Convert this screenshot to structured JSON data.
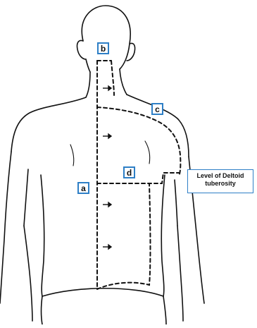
{
  "labels": {
    "a": "a",
    "b": "b",
    "c": "c",
    "d": "d"
  },
  "callout": {
    "line1": "Level of Deltoid",
    "line2": "tuberosity"
  },
  "colors": {
    "outline": "#111111",
    "box_border": "#2e7fc6",
    "background": "#ffffff"
  }
}
